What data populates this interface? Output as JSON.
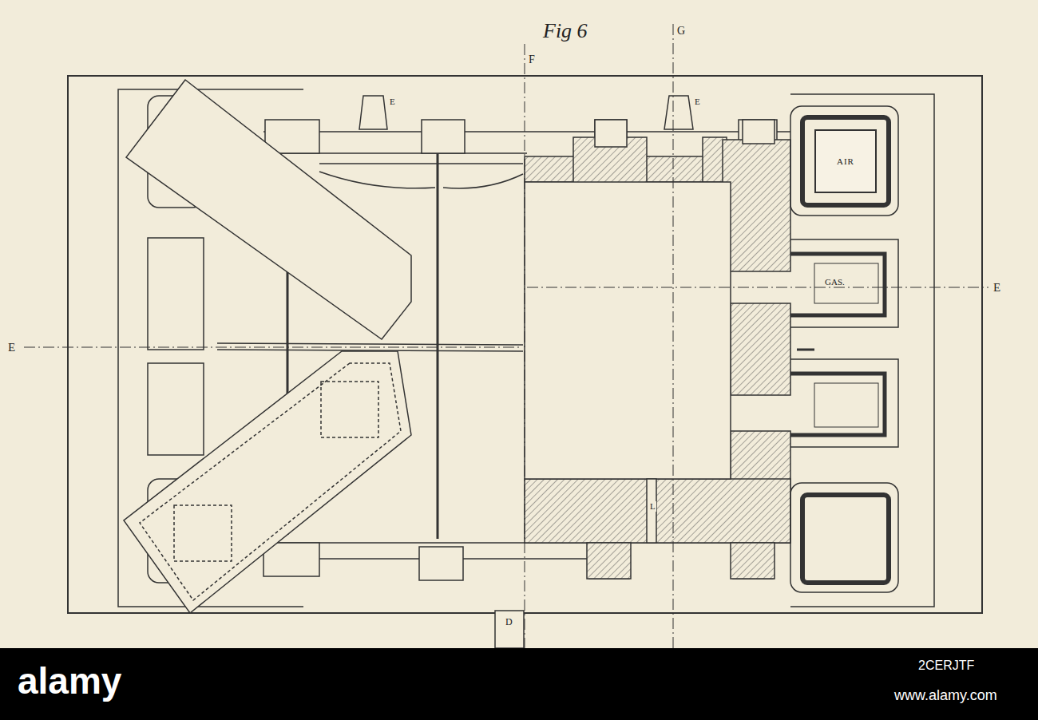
{
  "diagram": {
    "nodes": [
      {
        "text": [
          "AIR"
        ]
      }
    ],
    "labels": [
      "Fig 6",
      "F",
      "G",
      "E",
      "E",
      "E",
      "E",
      "GAS.",
      "L",
      "D",
      "alamy",
      "2CERJTF",
      "www.alamy.com"
    ]
  }
}
